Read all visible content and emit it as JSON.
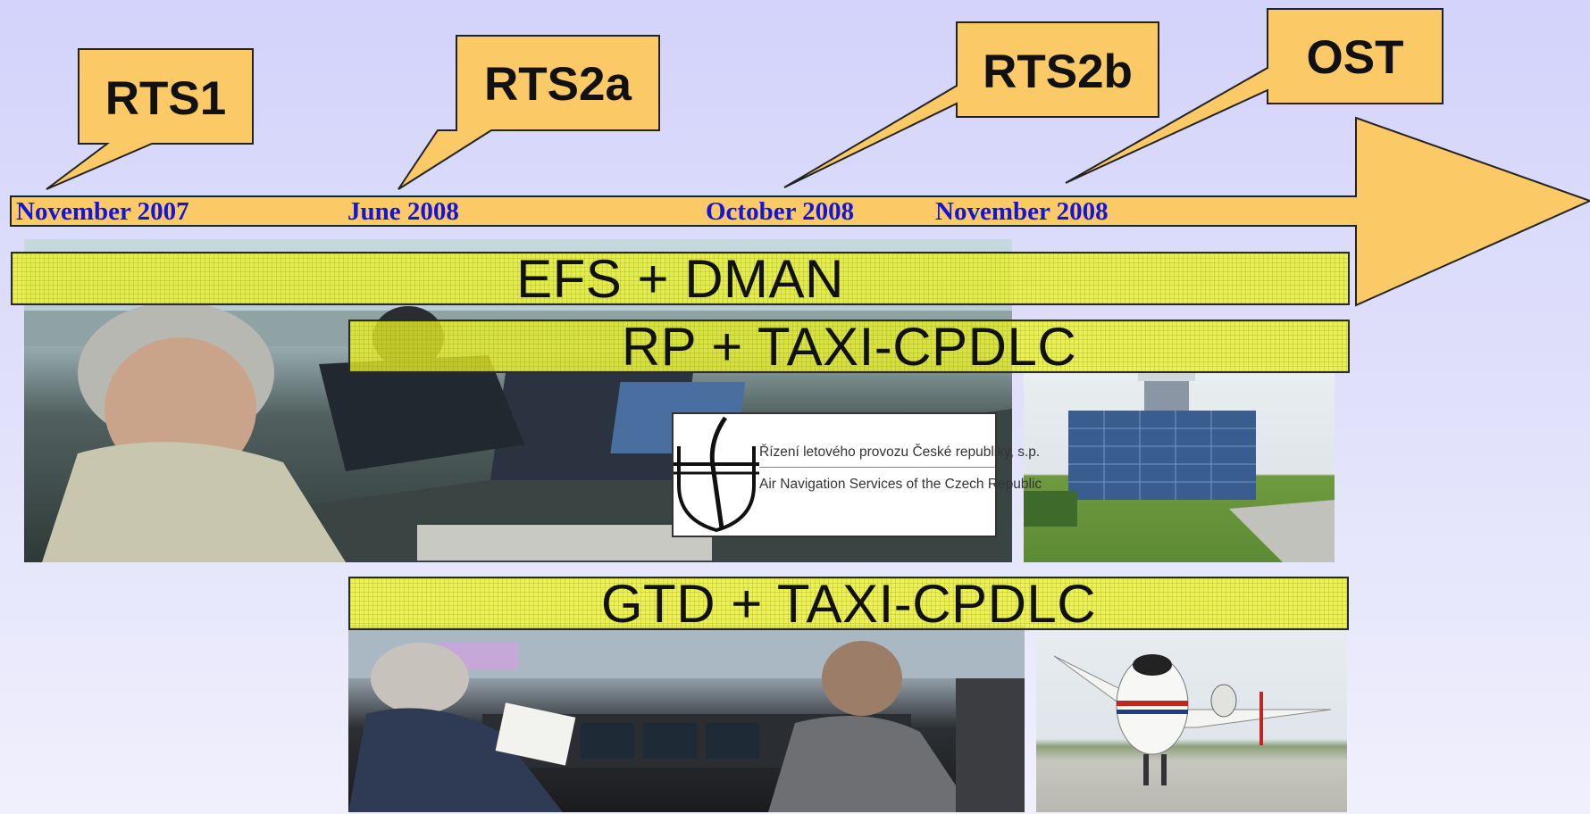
{
  "milestones": [
    {
      "label": "RTS1",
      "date": "November 2007"
    },
    {
      "label": "RTS2a",
      "date": "June 2008"
    },
    {
      "label": "RTS2b",
      "date": "October 2008"
    },
    {
      "label": "OST",
      "date": "November 2008"
    }
  ],
  "bands": {
    "efs_dman": "EFS + DMAN",
    "rp_taxi": "RP + TAXI-CPDLC",
    "gtd_taxi": "GTD + TAXI-CPDLC"
  },
  "logo": {
    "line1": "Řízení letového provozu České republiky, s.p.",
    "line2": "Air Navigation Services of the Czech Republic"
  },
  "colors": {
    "callout_fill": "#fbc966",
    "band_fill": "#ecf428",
    "date_text": "#1515d8",
    "background": "#d3d3fb"
  }
}
